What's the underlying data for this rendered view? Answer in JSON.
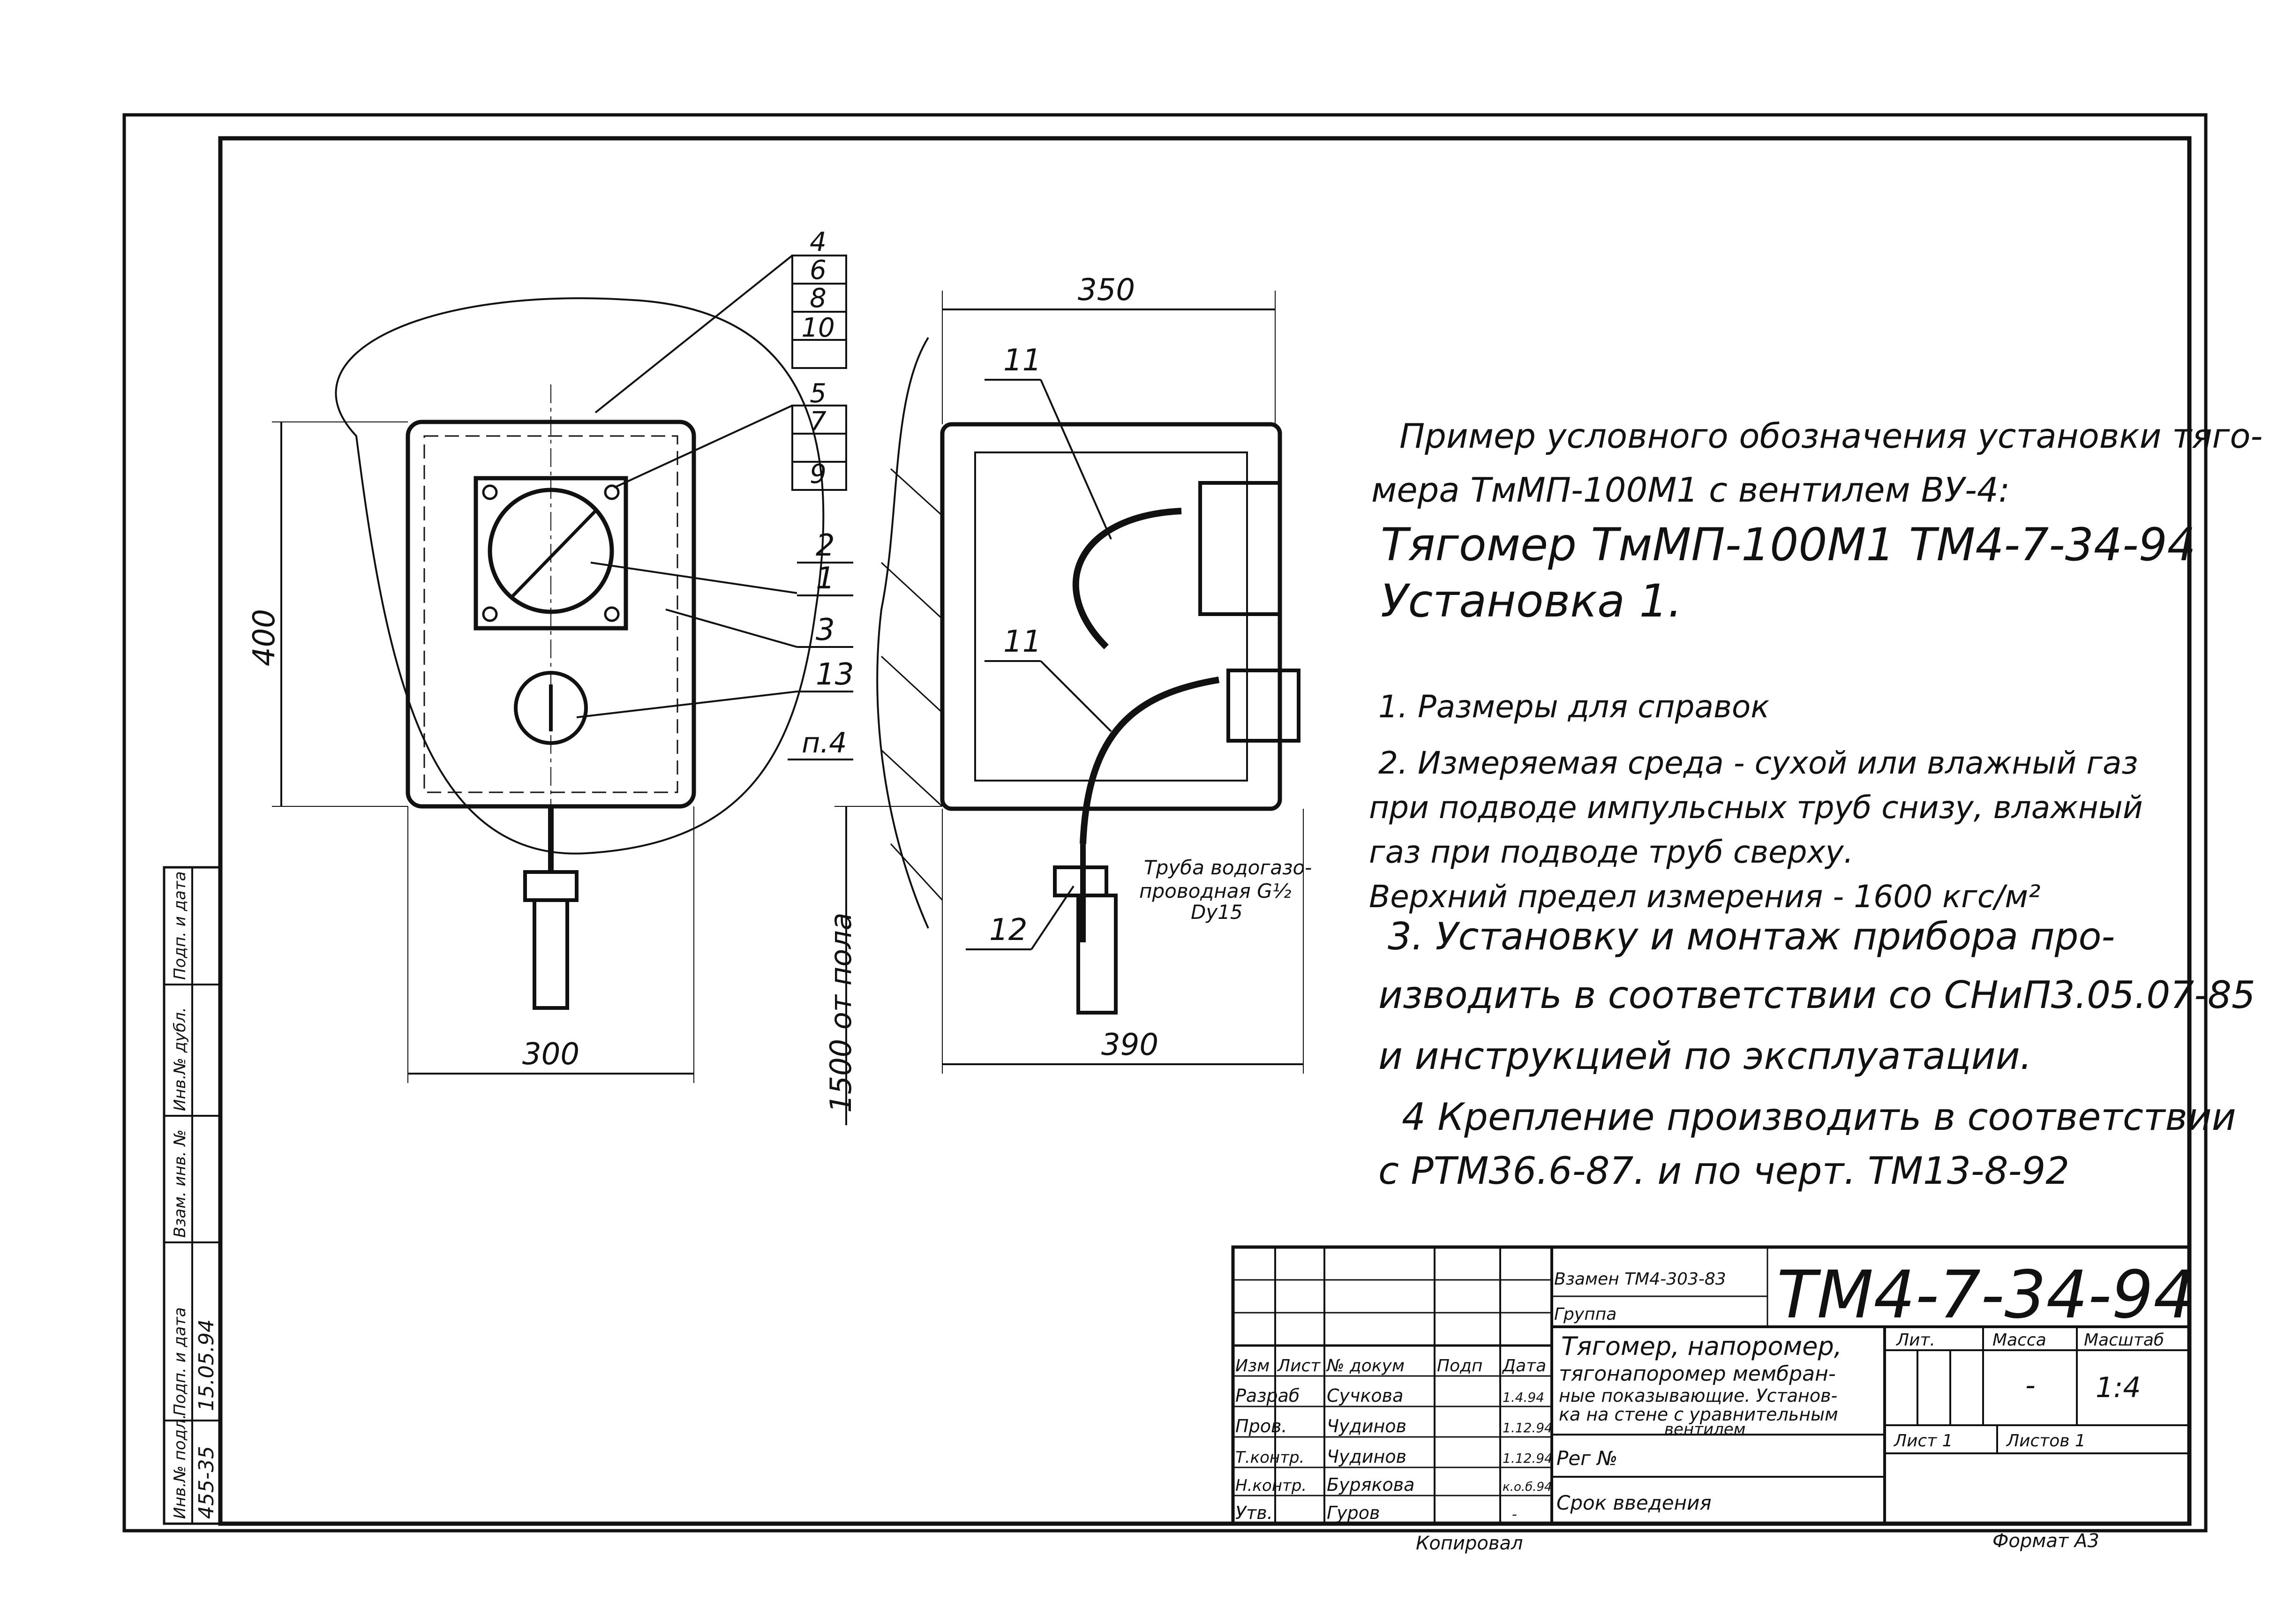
{
  "callouts": {
    "top_stack": [
      "4",
      "6",
      "8",
      "10"
    ],
    "mid_stack": [
      "5",
      "7",
      "9"
    ],
    "label_2": "2",
    "label_1": "1",
    "label_3": "3",
    "label_13": "13",
    "label_p4": "п.4",
    "label_11_top": "11",
    "label_11_bottom": "11",
    "label_12": "12"
  },
  "dimensions": {
    "front_height": "400",
    "front_width": "300",
    "side_top": "350",
    "side_bottom": "390",
    "floor_height": "1500 от пола"
  },
  "pipe_note": {
    "line1": "Труба водогазо-",
    "line2": "проводная G½",
    "line3": "Dу15"
  },
  "designation": {
    "line1": "Пример условного обозначения установки тяго-",
    "line2": "мера ТмМП-100М1 с вентилем ВУ-4:",
    "line3": "Тягомер ТмМП-100М1 ТМ4-7-34-94",
    "line4": "Установка 1."
  },
  "notes": {
    "n1": "1. Размеры для справок",
    "n2a": "2. Измеряемая среда - сухой или влажный газ",
    "n2b": "при подводе импульсных труб снизу, влажный",
    "n2c": "газ при подводе труб сверху.",
    "n2d": "Верхний предел измерения - 1600 кгс/м²",
    "n3a": "3. Установку и монтаж прибора про-",
    "n3b": "изводить в соответствии со СНиП3.05.07-85",
    "n3c": "и инструкцией по эксплуатации.",
    "n4a": "4 Крепление производить в соответствии",
    "n4b": "с РТМ36.6-87. и по черт. ТМ13-8-92"
  },
  "side_stamp": {
    "headers": [
      "Инв.№ подл.",
      "Подп. и дата",
      "Взам. инв. №",
      "Инв.№ дубл.",
      "Подп. и дата"
    ],
    "inv_no": "455-35",
    "date": "15.05.94"
  },
  "title_block": {
    "replaces": "Взамен ТМ4-303-83",
    "group": "Группа",
    "code": "ТМ4-7-34-94",
    "title1": "Тягомер, напоромер,",
    "title2": "тягонапоромер мембран-",
    "title3": "ные показывающие. Установ-",
    "title4": "ка на стене с уравнительным",
    "title5": "вентилем",
    "col_headers": [
      "Изм",
      "Лист",
      "№ докум",
      "Подп",
      "Дата"
    ],
    "roles": [
      {
        "role": "Разраб",
        "name": "Сучкова",
        "date": "1.4.94"
      },
      {
        "role": "Пров.",
        "name": "Чудинов",
        "date": "1.12.94"
      },
      {
        "role": "Т.контр.",
        "name": "Чудинов",
        "date": "1.12.94"
      },
      {
        "role": "Н.контр.",
        "name": "Бурякова",
        "date": "к.о.б.94"
      },
      {
        "role": "Утв.",
        "name": "Гуров",
        "date": "-"
      }
    ],
    "lit_header": "Лит.",
    "mass_header": "Масса",
    "scale_header": "Масштаб",
    "mass_value": "-",
    "scale_value": "1:4",
    "sheet": "Лист 1",
    "sheets": "Листов 1",
    "reg_no": "Рег №",
    "intro": "Срок введения",
    "copied": "Копировал",
    "format": "Формат А3"
  }
}
